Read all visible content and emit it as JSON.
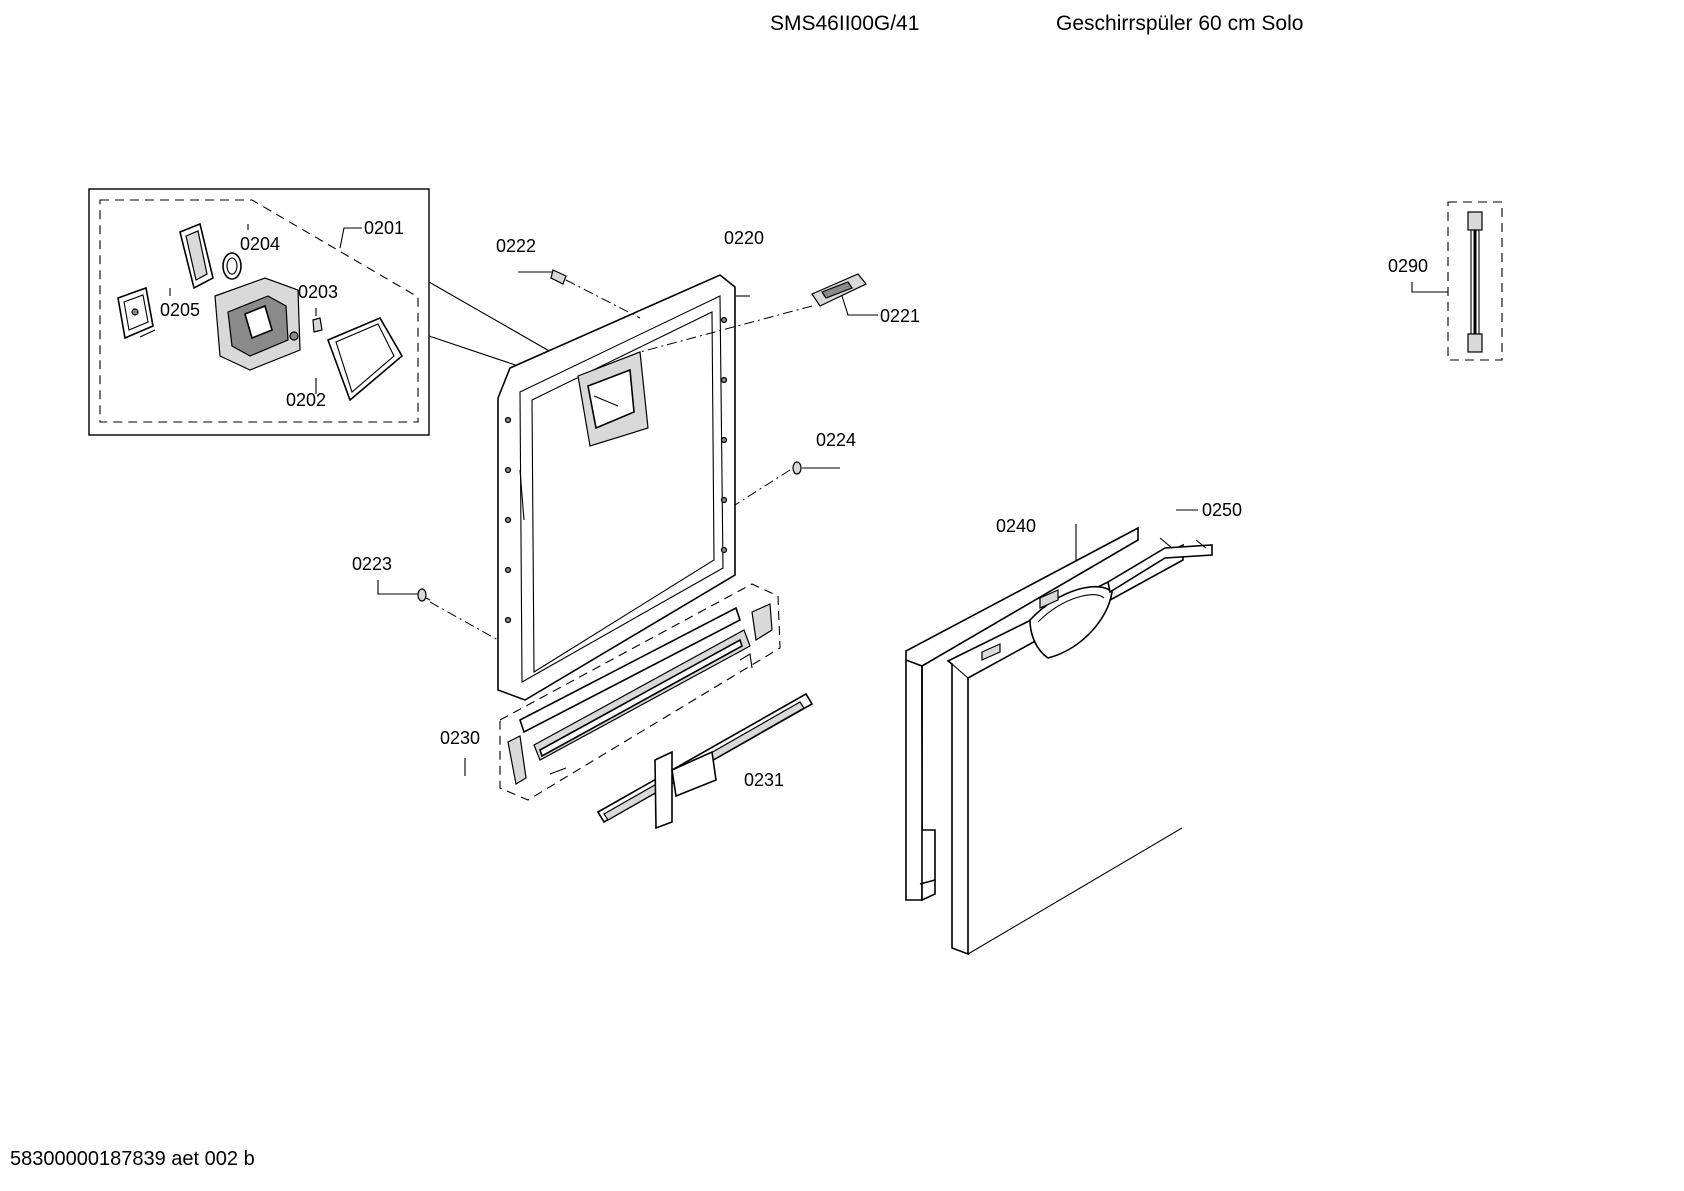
{
  "header": {
    "model": "SMS46II00G/41",
    "title": "Geschirrspüler 60 cm Solo"
  },
  "footer": {
    "code": "58300000187839 aet 002 b"
  },
  "parts": {
    "p0201": "0201",
    "p0202": "0202",
    "p0203": "0203",
    "p0204": "0204",
    "p0205": "0205",
    "p0220": "0220",
    "p0221": "0221",
    "p0222": "0222",
    "p0223": "0223",
    "p0224": "0224",
    "p0230": "0230",
    "p0231": "0231",
    "p0240": "0240",
    "p0250": "0250",
    "p0290": "0290"
  }
}
